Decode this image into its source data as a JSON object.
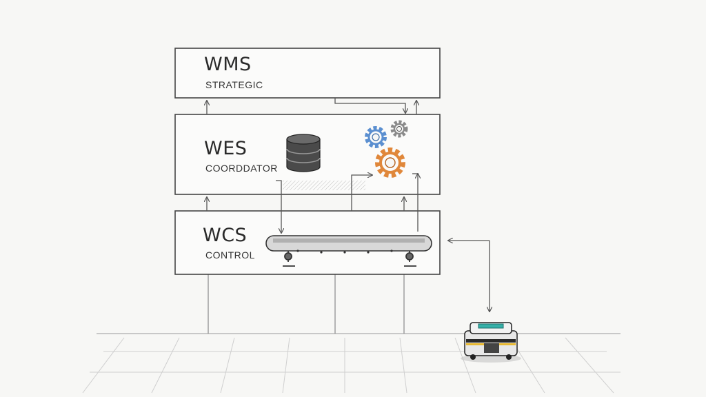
{
  "layers": [
    {
      "id": "wms",
      "title": "WMS",
      "subtitle": "STRATEGIC"
    },
    {
      "id": "wes",
      "title": "WES",
      "subtitle": "COORDDATOR"
    },
    {
      "id": "wcs",
      "title": "WCS",
      "subtitle": "CONTROL"
    }
  ],
  "icons": {
    "database": "database-icon",
    "gears": "gears-icon",
    "conveyor": "conveyor-belt-icon",
    "robot": "mobile-robot-icon"
  },
  "colors": {
    "line": "#555555",
    "gear_blue": "#5b8fd0",
    "gear_orange": "#e0873a",
    "gear_gray": "#8a8a8a",
    "robot_accent": "#35b0a8"
  }
}
